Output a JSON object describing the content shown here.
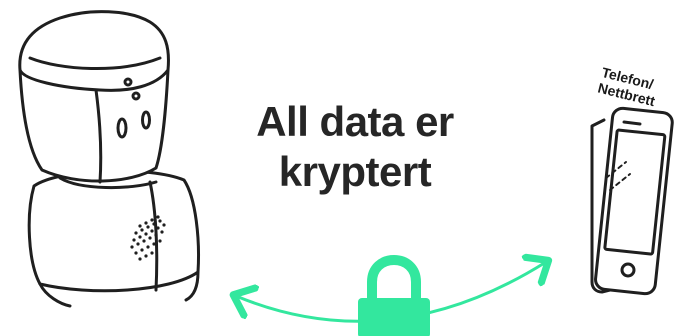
{
  "headline": {
    "line1": "All data er",
    "line2": "kryptert"
  },
  "device_label": {
    "line1": "Telefon/",
    "line2": "Nettbrett"
  },
  "colors": {
    "accent": "#33e79e",
    "stroke": "#1f1f1f",
    "text": "#262626",
    "background": "#ffffff"
  },
  "icons": {
    "robot": "robot-avatar-icon",
    "lock": "lock-icon",
    "phone": "phone-icon"
  }
}
